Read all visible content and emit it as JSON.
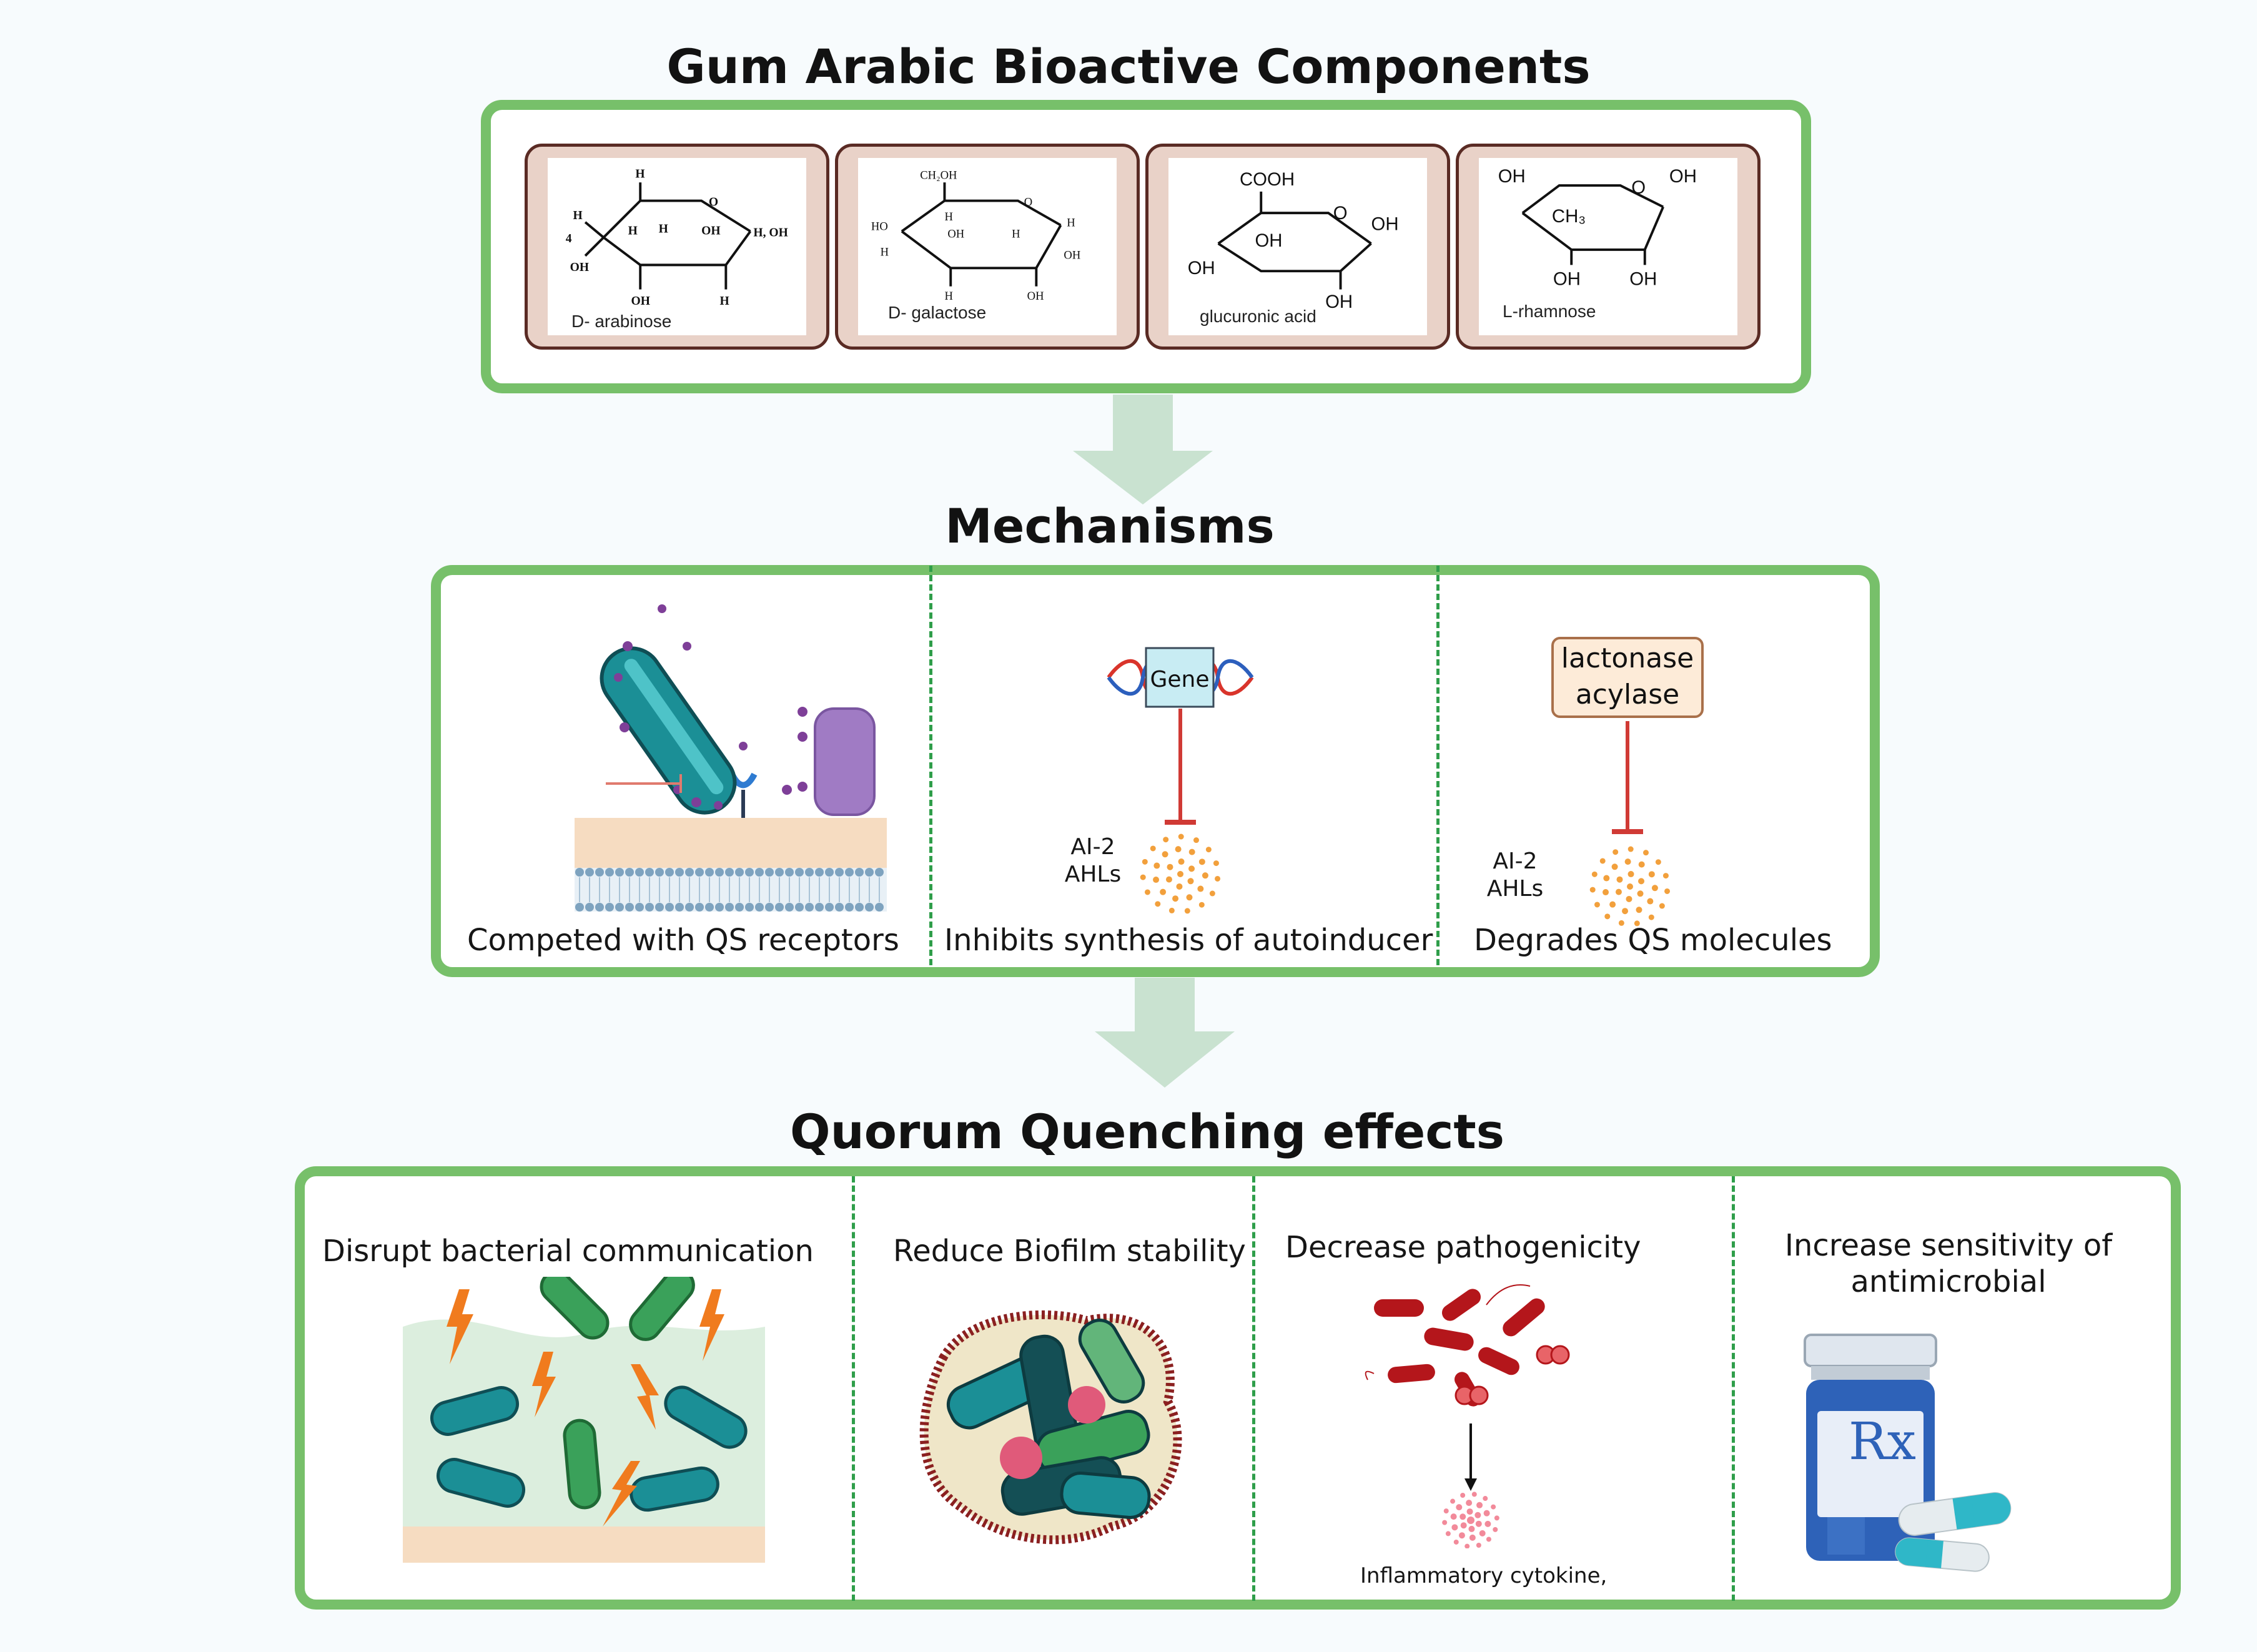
{
  "titles": {
    "top": "Gum Arabic Bioactive Components",
    "middle": "Mechanisms",
    "bottom": "Quorum Quenching effects"
  },
  "components": [
    {
      "name": "D- arabinose"
    },
    {
      "name": "D- galactose"
    },
    {
      "name": "glucuronic acid"
    },
    {
      "name": "L-rhamnose"
    }
  ],
  "mechanisms": {
    "compete": {
      "caption": "Competed with QS receptors"
    },
    "inhibit": {
      "caption": "Inhibits synthesis of autoinducer",
      "gene_label": "Gene",
      "signal_line1": "AI-2",
      "signal_line2": "AHLs"
    },
    "degrade": {
      "caption": "Degrades QS molecules",
      "enzyme_line1": "lactonase",
      "enzyme_line2": "acylase",
      "signal_line1": "AI-2",
      "signal_line2": "AHLs"
    }
  },
  "effects": {
    "disrupt": {
      "caption": "Disrupt bacterial communication"
    },
    "biofilm": {
      "caption": "Reduce Biofilm stability"
    },
    "pathogenicity": {
      "caption": "Decrease pathogenicity",
      "note": "Inflammatory cytokine,"
    },
    "sensitivity": {
      "caption_line1": "Increase sensitivity of",
      "caption_line2": "antimicrobial",
      "rx_label": "Rx"
    }
  },
  "colors": {
    "frame_green": "#77c06a",
    "arrow_green": "#c9e2d0",
    "divider_green": "#2f9e4a",
    "inhibit_red": "#d03a35",
    "signal_orange": "#f2a03c"
  }
}
